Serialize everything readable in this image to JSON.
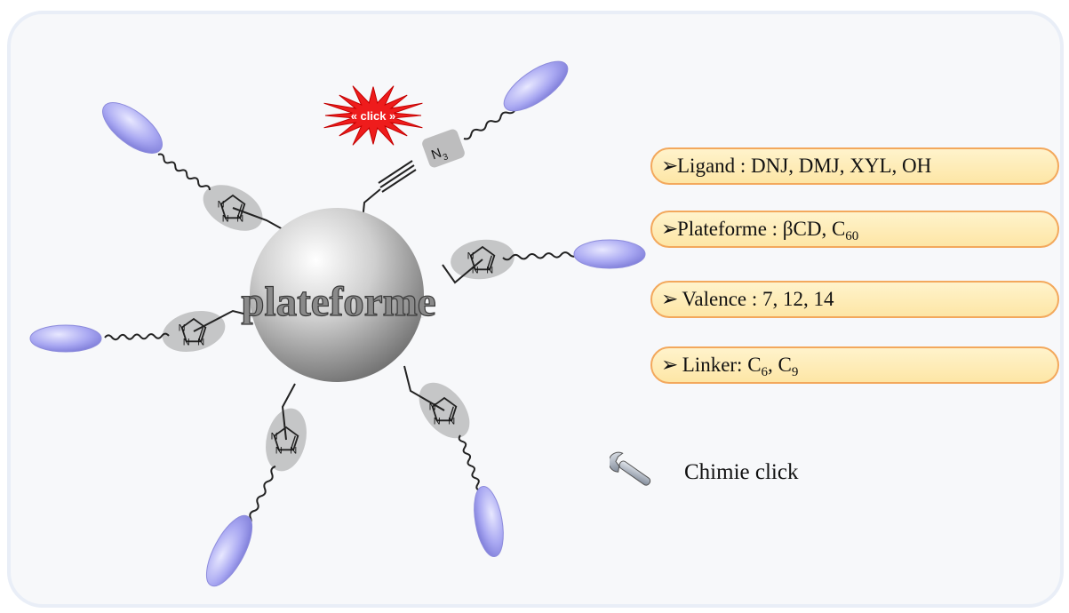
{
  "diagram": {
    "center_label": "plateforme",
    "click_burst": "« click »",
    "azide_label": "N",
    "azide_subscript": "3",
    "triazole_n": "N"
  },
  "properties": [
    {
      "name": "ligand",
      "label": "Ligand : DNJ, DMJ, XYL, OH",
      "parts": []
    },
    {
      "name": "plateforme",
      "label": "Plateforme : βCD, C",
      "sub": "60",
      "tail": ""
    },
    {
      "name": "valence",
      "label": " Valence : 7, 12, 14"
    },
    {
      "name": "linker",
      "label": " Linker:  C",
      "sub": "6",
      "mid": ", C",
      "sub2": "9"
    }
  ],
  "legend": {
    "chimie_click": "Chimie click",
    "icon": "wrench-icon"
  },
  "colors": {
    "ligand_fill": "#a9a8f2",
    "pill_border": "#f3a85c",
    "pill_fill": "#fde6a6",
    "burst": "#ee1c1c",
    "sphere": "#b9b9b9"
  }
}
